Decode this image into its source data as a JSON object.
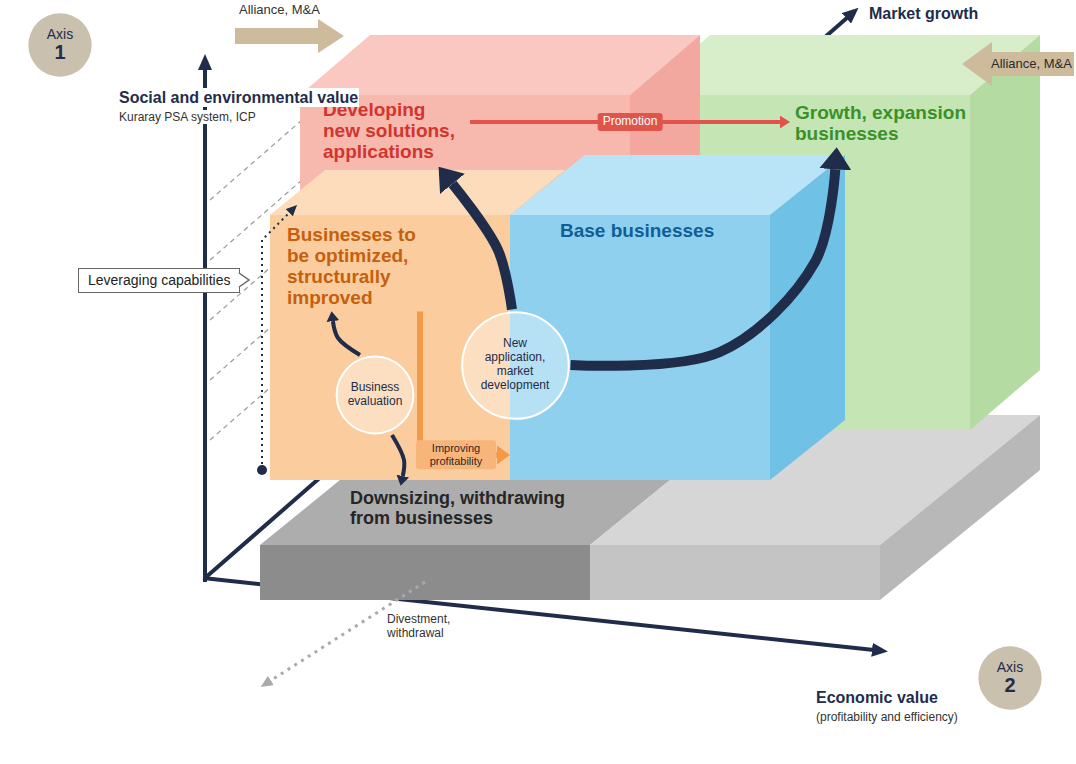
{
  "diagram": {
    "nodes": [
      {
        "text": [
          "Axis",
          "1"
        ]
      },
      {
        "text": [
          "Developing new solutions, applications"
        ]
      },
      {
        "text": [
          "Growth, expansion businesses"
        ]
      },
      {
        "text": [
          "Leveraging capabilities"
        ]
      },
      {
        "text": [
          "Businesses to be optimized, structurally improved"
        ]
      },
      {
        "text": [
          "Base businesses"
        ]
      },
      {
        "text": [
          "New application, market development"
        ]
      },
      {
        "text": [
          "Business evaluation"
        ]
      },
      {
        "text": [
          "Downsizing, withdrawing from businesses"
        ]
      },
      {
        "text": [
          "Axis",
          "2"
        ]
      }
    ],
    "edges": [
      {
        "from": 6,
        "to": 1,
        "arrow": "to"
      },
      {
        "from": 6,
        "to": 2,
        "arrow": "to"
      },
      {
        "from": 7,
        "to": 4,
        "arrow": "to"
      },
      {
        "from": 7,
        "to": 8,
        "arrow": "to"
      },
      {
        "from": 4,
        "to": 5,
        "label": "Improving profitability",
        "arrow": "to"
      },
      {
        "from": 1,
        "to": 2,
        "label": "Promotion",
        "arrow": "to"
      }
    ],
    "labels": [
      "Alliance, M&A",
      "Social and environmental value",
      "Kuraray PSA system, ICP",
      "Market growth",
      "Alliance, M&A",
      "Divestment, withdrawal",
      "Economic value",
      "(profitability and efficiency)"
    ]
  }
}
